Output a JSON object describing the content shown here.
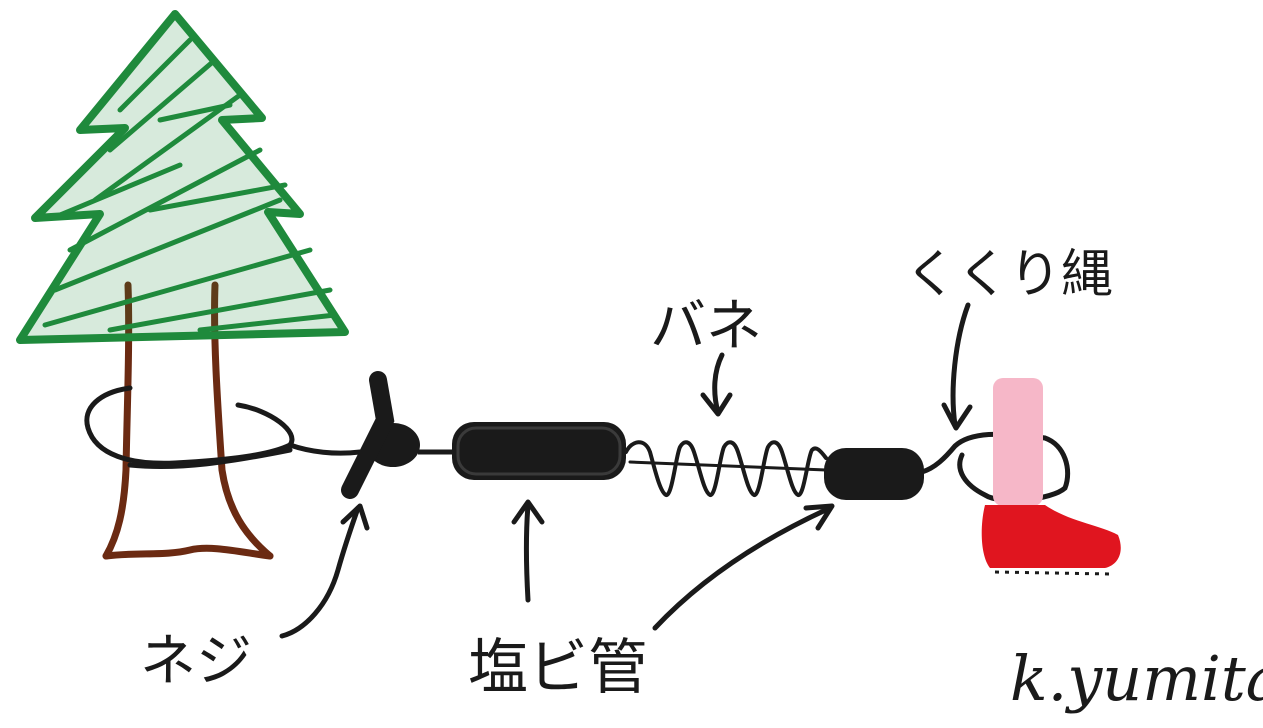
{
  "labels": {
    "spring": "バネ",
    "tie_rope": "くくり縄",
    "screw": "ネジ",
    "pvc_pipe": "塩ビ管"
  },
  "signature": "k.yumita",
  "colors": {
    "tree_green": "#1f8a3c",
    "trunk_brown": "#6b2a12",
    "ink": "#1a1a1a",
    "leg_pink": "#f6b7c8",
    "boot_red": "#e0151f"
  }
}
